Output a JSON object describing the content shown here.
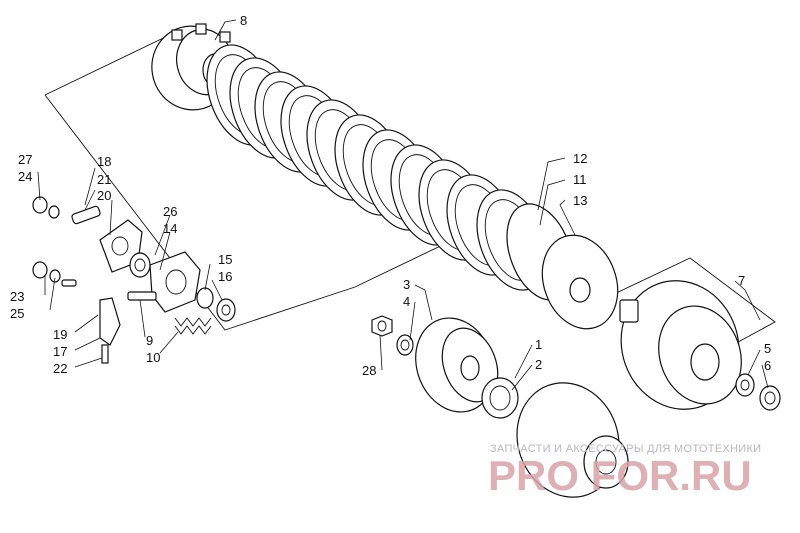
{
  "callouts": [
    {
      "id": "c8",
      "label": "8"
    },
    {
      "id": "c27",
      "label": "27"
    },
    {
      "id": "c24",
      "label": "24"
    },
    {
      "id": "c18",
      "label": "18"
    },
    {
      "id": "c21",
      "label": "21"
    },
    {
      "id": "c20",
      "label": "20"
    },
    {
      "id": "c26",
      "label": "26"
    },
    {
      "id": "c14",
      "label": "14"
    },
    {
      "id": "c15",
      "label": "15"
    },
    {
      "id": "c16",
      "label": "16"
    },
    {
      "id": "c23",
      "label": "23"
    },
    {
      "id": "c25",
      "label": "25"
    },
    {
      "id": "c19",
      "label": "19"
    },
    {
      "id": "c17",
      "label": "17"
    },
    {
      "id": "c22",
      "label": "22"
    },
    {
      "id": "c9",
      "label": "9"
    },
    {
      "id": "c10",
      "label": "10"
    },
    {
      "id": "c12",
      "label": "12"
    },
    {
      "id": "c11",
      "label": "11"
    },
    {
      "id": "c13",
      "label": "13"
    },
    {
      "id": "c7",
      "label": "7"
    },
    {
      "id": "c3",
      "label": "3"
    },
    {
      "id": "c4",
      "label": "4"
    },
    {
      "id": "c1",
      "label": "1"
    },
    {
      "id": "c2",
      "label": "2"
    },
    {
      "id": "c28",
      "label": "28"
    },
    {
      "id": "c5",
      "label": "5"
    },
    {
      "id": "c6",
      "label": "6"
    }
  ],
  "watermark": {
    "tagline": "ЗАПЧАСТИ И АКСЕССУАРЫ ДЛЯ МОТОТЕХНИКИ",
    "brand": "PRO FOR.RU",
    "color": "#d9a3a8"
  }
}
